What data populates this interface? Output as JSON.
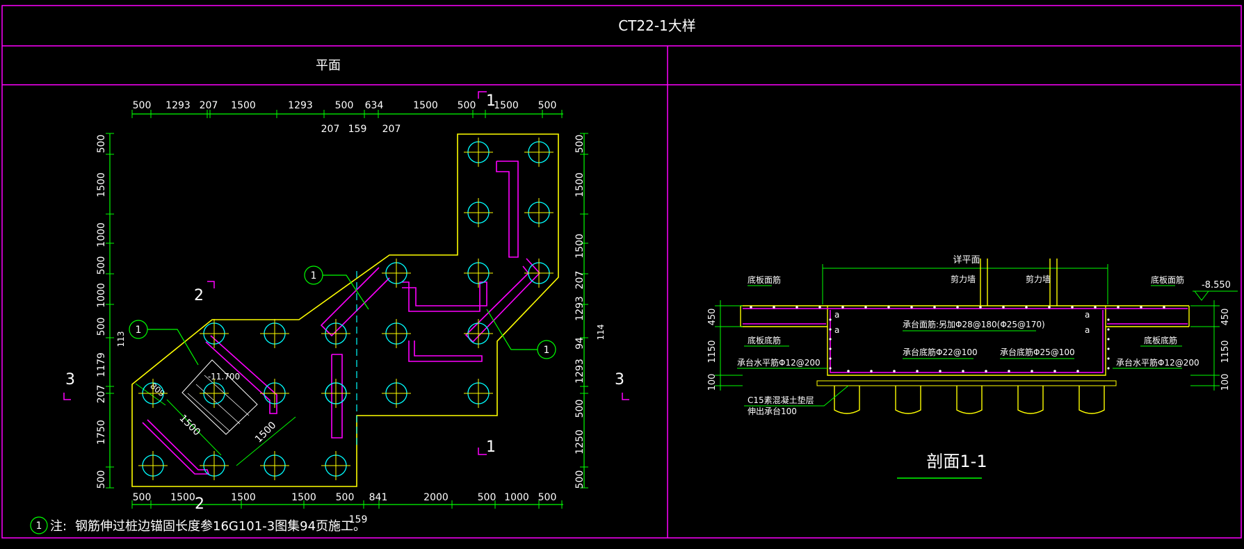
{
  "title": "CT22-1大样",
  "plan_title": "平面",
  "section_title": "剖面1-1",
  "dims_top": [
    "500",
    "1293",
    "207",
    "1500",
    "1293",
    "500",
    "634",
    "1500",
    "500",
    "1500",
    "500"
  ],
  "dims_top2": [
    "207",
    "159",
    "207"
  ],
  "dims_bottom": [
    "500",
    "1500",
    "1500",
    "1500",
    "500",
    "841",
    "2000",
    "500",
    "1000",
    "500"
  ],
  "dim_bottom2": "159",
  "dims_left": [
    "500",
    "1500",
    "1000",
    "500",
    "1000",
    "500",
    "1179",
    "207",
    "1750",
    "500"
  ],
  "dim_left_extra": "113",
  "dims_right": [
    "500",
    "1500",
    "1500",
    "207",
    "1293",
    "94",
    "1293",
    "500",
    "1250",
    "500"
  ],
  "dim_right_extra": "114",
  "section_marks": {
    "s1": "1",
    "s2": "2",
    "s3": "3"
  },
  "callout": "1",
  "plan_elev": "-11.700",
  "dim_1500_a": "1500",
  "dim_1500_b": "1500",
  "dim_809": "809",
  "note_prefix": "注:",
  "note_text": "钢筋伸过桩边锚固长度参16G101-3图集94页施工。",
  "section": {
    "top_label": "详平面",
    "wall1": "剪力墙",
    "wall2": "剪力墙",
    "left_top": "底板面筋",
    "right_top": "底板面筋",
    "left_bot": "底板底筋",
    "right_bot": "底板底筋",
    "left_side": "承台水平筋Φ12@200",
    "right_side": "承台水平筋Φ12@200",
    "top_bar": "承台面筋:另加Φ28@180(Φ25@170)",
    "bot_bar1": "承台底筋Φ22@100",
    "bot_bar2": "承台底筋Φ25@100",
    "elev": "-8.550",
    "dims_left": [
      "450",
      "1150",
      "100"
    ],
    "dims_right": [
      "450",
      "1150",
      "100"
    ],
    "bedding_1": "C15素混凝土垫层",
    "bedding_2": "伸出承台100",
    "tag_a": "a"
  },
  "colors": {
    "line": "#ff00ff",
    "dim": "#00ff00",
    "text": "#ffffff",
    "outline": "#ffff00",
    "pile": "#00ffff"
  }
}
